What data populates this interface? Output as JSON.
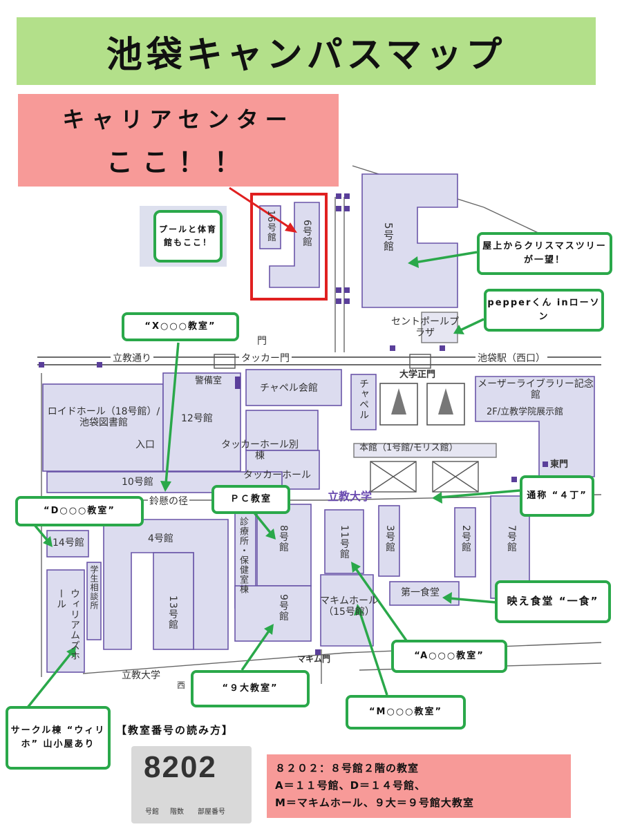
{
  "title": "池袋キャンパスマップ",
  "career_banner": {
    "line1": "キャリアセンター",
    "line2": "ここ！！"
  },
  "buildings": {
    "b16": "16号館",
    "b6": "6号館",
    "b5": "5号館",
    "st_paul": "セントポールプラザ",
    "chapel_hall": "チャペル会館",
    "chapel": "チャペル",
    "lloyd": "ロイドホール（18号館）/ 池袋図書館",
    "entrance": "入口",
    "b12": "12号館",
    "guard": "警備室",
    "tucker_annex": "タッカーホール別棟",
    "tucker": "タッカーホール",
    "b10": "10号館",
    "main": "本館（1号館/モリス館）",
    "mather": "メーザーライブラリー記念館",
    "museum": "2F/立教学院展示館",
    "b14": "14号館",
    "b4": "4号館",
    "clinic": "診療所・保健室棟",
    "b8": "8号館",
    "b11": "11号館",
    "b3": "3号館",
    "b2": "2号館",
    "b7": "7号館",
    "b13": "13号館",
    "student_consult": "学生相談所",
    "williams": "ウィリアムズホール",
    "b9": "9号館",
    "maxim": "マキムホール（15号館）",
    "cafeteria": "第一食堂"
  },
  "map_labels": {
    "gate": "門",
    "rikkyo_street": "立教通り",
    "tucker_gate": "タッカー門",
    "ikebukuro_west": "池袋駅（西口）",
    "main_gate": "大学正門",
    "east_gate": "東門",
    "suzukake": "鈴懸の径",
    "rikkyo_univ": "立教大学",
    "maxim_gate": "マキム門",
    "rikkyo_univ_station": "立教大学",
    "west": "西"
  },
  "callouts": {
    "pool": "プールと体育館もここ！",
    "xmas": "屋上からクリスマスツリーが一望！",
    "pepper": "pepperくん inローソン",
    "x_room": "“X○○○教室”",
    "d_room": "“D○○○教室”",
    "pc_room": "ＰＣ教室",
    "yonchome": "通称 “４丁”",
    "shokudo": "映え食堂 “一食”",
    "a_room": "“A○○○教室”",
    "big9": "“９大教室”",
    "m_room": "“M○○○教室”",
    "circle": "サークル棟 “ウィリホ” 山小屋あり"
  },
  "legend": {
    "title": "【教室番号の読み方】",
    "number": "8202",
    "part_building": "号館",
    "part_floor": "階数",
    "part_room": "部屋番号"
  },
  "info": {
    "line1": "８２０２：８号館２階の教室",
    "line2": "A＝１１号館、D＝１４号館、",
    "line3": "M＝マキムホール、９大＝９号館大教室"
  },
  "colors": {
    "title_bg": "#b3e08a",
    "banner_bg": "#f79a98",
    "callout_border": "#2aa84a",
    "building_fill": "#dcdcef",
    "building_stroke": "#6a55a8",
    "highlight_frame": "#e02020"
  }
}
